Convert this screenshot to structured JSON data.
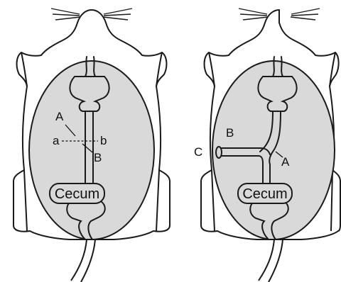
{
  "left_panel": {
    "label_A": "A",
    "label_a": "a",
    "label_b": "b",
    "label_B": "B",
    "cecum": "Cecum"
  },
  "right_panel": {
    "label_B": "B",
    "label_C": "C",
    "label_A": "A",
    "cecum": "Cecum"
  },
  "colors": {
    "cavity_fill": "#d9d9d9",
    "outline": "#1a1a1a"
  }
}
